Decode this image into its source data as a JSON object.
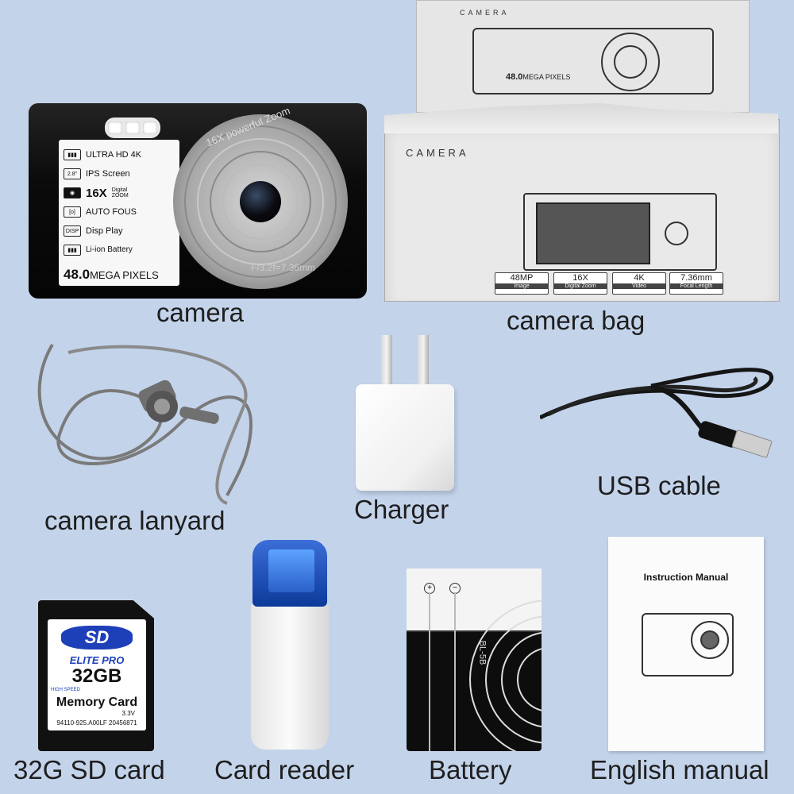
{
  "background_color": "#c3d3ea",
  "items": {
    "camera": {
      "caption": "camera",
      "flash_icon": "flash-icon",
      "specs": [
        {
          "icon": "hd-icon",
          "text": "ULTRA HD 4K"
        },
        {
          "icon": "screen-icon",
          "badge": "2.8\"",
          "text": "IPS Screen"
        },
        {
          "icon": "zoom-icon",
          "big": "16X",
          "small": "Digital ZOOM"
        },
        {
          "icon": "focus-icon",
          "text": "AUTO FOUS"
        },
        {
          "icon": "disp-icon",
          "badge": "DISP",
          "text": "Disp Play"
        },
        {
          "icon": "battery-icon",
          "text": "Li-ion Battery"
        }
      ],
      "megapixels": "48.0",
      "megapixels_unit": "MEGA PIXELS",
      "lens_top_text": "16X powerful Zoom",
      "lens_bottom_text": "F/3.2f=7.36mm"
    },
    "box": {
      "caption": "camera bag",
      "brand": "CAMERA",
      "top_brand": "CAMERA",
      "top_megapixels": "48.0",
      "top_megapixels_unit": "MEGA PIXELS",
      "specs": [
        {
          "value": "48MP",
          "label": "Image"
        },
        {
          "value": "16X",
          "label": "Digital Zoom"
        },
        {
          "value": "4K",
          "label": "Video"
        },
        {
          "value": "7.36mm",
          "label": "Focal Length"
        }
      ]
    },
    "lanyard": {
      "caption": "camera lanyard"
    },
    "charger": {
      "caption": "Charger"
    },
    "usb_cable": {
      "caption": "USB cable"
    },
    "sd_card": {
      "caption": "32G SD card",
      "logo": "SD",
      "brand": "ELITE PRO",
      "capacity": "32GB",
      "speed": "HIGH SPEED",
      "type": "Memory Card",
      "voltage": "3.3V",
      "serial": "94110-925.A00LF 20456871"
    },
    "card_reader": {
      "caption": "Card reader"
    },
    "battery": {
      "caption": "Battery",
      "model": "BL-5B",
      "plus": "+",
      "minus": "−"
    },
    "manual": {
      "caption": "English manual",
      "title": "Instruction Manual"
    }
  }
}
